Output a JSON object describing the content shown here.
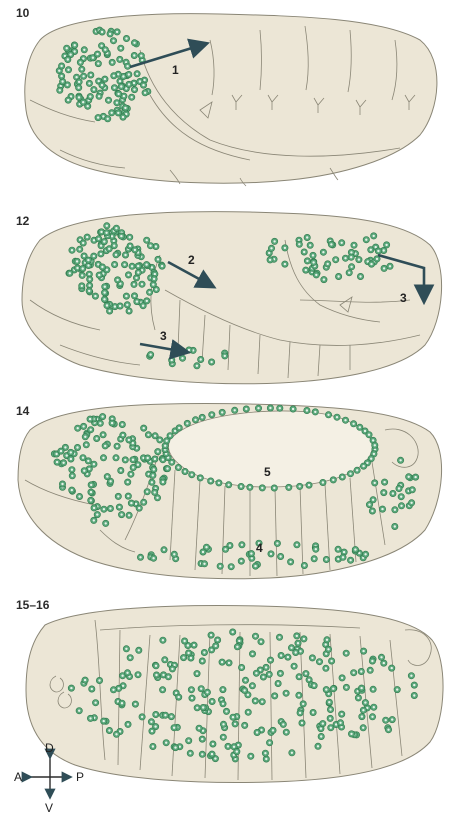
{
  "stages": [
    {
      "id": "s10",
      "label": "10"
    },
    {
      "id": "s12",
      "label": "12"
    },
    {
      "id": "s14",
      "label": "14"
    },
    {
      "id": "s1516",
      "label": "15–16"
    }
  ],
  "arrow_labels": {
    "s10_arrow1": "1",
    "s12_arrow2": "2",
    "s12_arrow3_right": "3",
    "s12_arrow3_ventral": "3",
    "s14_label4": "4",
    "s14_label5": "5"
  },
  "compass": {
    "dorsal": "D",
    "ventral": "V",
    "anterior": "A",
    "posterior": "P"
  },
  "colors": {
    "embryo_fill": "#ece6d6",
    "embryo_stroke": "#8a8676",
    "cell_fill": "#5aa77a",
    "cell_center": "#e6f2e9",
    "cell_stroke": "#2f7a4d",
    "arrow": "#2f4d57"
  }
}
